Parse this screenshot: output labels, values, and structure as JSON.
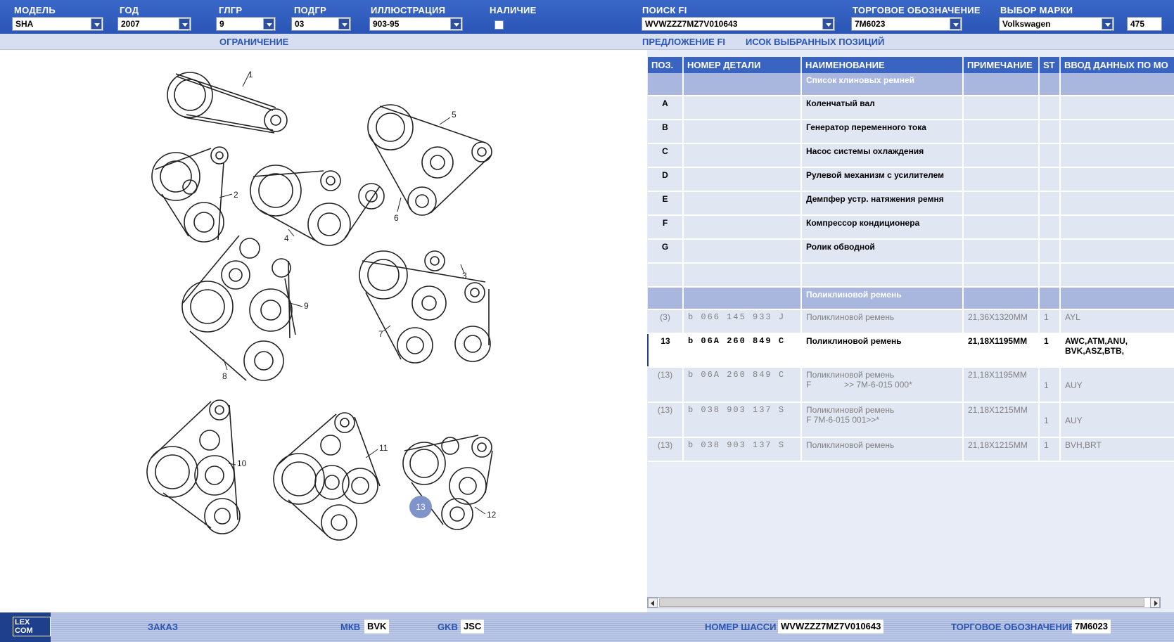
{
  "filters": {
    "model": {
      "label": "МОДЕЛЬ",
      "value": "SHA"
    },
    "year": {
      "label": "ГОД",
      "value": "2007"
    },
    "glgr": {
      "label": "ГЛГР",
      "value": "9"
    },
    "podgr": {
      "label": "ПОДГР",
      "value": "03"
    },
    "illustration": {
      "label": "ИЛЛЮСТРАЦИЯ",
      "value": "903-95"
    },
    "availability": {
      "label": "НАЛИЧИЕ"
    },
    "search_fi": {
      "label": "ПОИСК FI",
      "value": "WVWZZZ7MZ7V010643"
    },
    "trade_designation": {
      "label": "ТОРГОВОЕ ОБОЗНАЧЕНИЕ",
      "value": "7M6023"
    },
    "brand": {
      "label": "ВЫБОР МАРКИ",
      "value": "Volkswagen",
      "extra": "475"
    }
  },
  "subbar": {
    "restriction": "ОГРАНИЧЕНИЕ",
    "fi_offer": "ПРЕДЛОЖЕНИЕ FI",
    "selected_list": "ИСОК ВЫБРАННЫХ ПОЗИЦИЙ"
  },
  "illustration": {
    "callouts": [
      "1",
      "2",
      "3",
      "4",
      "5",
      "6",
      "7",
      "8",
      "9",
      "10",
      "11",
      "12"
    ],
    "badge": "13"
  },
  "table": {
    "headers": {
      "pos": "ПОЗ.",
      "part": "НОМЕР ДЕТАЛИ",
      "name": "НАИМЕНОВАНИЕ",
      "note": "ПРИМЕЧАНИЕ",
      "st": "ST",
      "input": "ВВОД ДАННЫХ ПО МО"
    },
    "group1": "Список клиновых ремней",
    "legend": [
      {
        "pos": "A",
        "name": "Коленчатый вал"
      },
      {
        "pos": "B",
        "name": "Генератор переменного тока"
      },
      {
        "pos": "C",
        "name": "Насос системы охлаждения"
      },
      {
        "pos": "D",
        "name": "Рулевой механизм с усилителем"
      },
      {
        "pos": "E",
        "name": "Демпфер устр. натяжения ремня"
      },
      {
        "pos": "F",
        "name": "Компрессор кондиционера"
      },
      {
        "pos": "G",
        "name": "Ролик обводной"
      }
    ],
    "group2": "Поликлиновой ремень",
    "rows": [
      {
        "pos": "(3)",
        "part": "b 066 145 933 J",
        "name": "Поликлиновой ремень",
        "name2": "",
        "note": "21,36X1320MM",
        "st": "1",
        "input": "AYL",
        "input2": ""
      },
      {
        "pos": "13",
        "part": "b 06A 260 849 C",
        "name": "Поликлиновой ремень",
        "name2": "",
        "note": "21,18X1195MM",
        "st": "1",
        "input": "AWC,ATM,ANU,",
        "input2": "BVK,ASZ,BTB,"
      },
      {
        "pos": "(13)",
        "part": "b 06A 260 849 C",
        "name": "Поликлиновой ремень",
        "name2": "F              >> 7M-6-015 000*",
        "note": "21,18X1195MM",
        "st": "1",
        "input": "AUY",
        "input2": ""
      },
      {
        "pos": "(13)",
        "part": "b 038 903 137 S",
        "name": "Поликлиновой ремень",
        "name2": "F 7M-6-015 001>>*",
        "note": "21,18X1215MM",
        "st": "1",
        "input": "AUY",
        "input2": ""
      },
      {
        "pos": "(13)",
        "part": "b 038 903 137 S",
        "name": "Поликлиновой ремень",
        "name2": "",
        "note": "21,18X1215MM",
        "st": "1",
        "input": "BVH,BRT",
        "input2": ""
      }
    ]
  },
  "bottombar": {
    "logo": "LEX COM",
    "order": "ЗАКАЗ",
    "mkb_label": "МКВ",
    "mkb_value": "BVK",
    "gkb_label": "GKB",
    "gkb_value": "JSC",
    "chassis_label": "НОМЕР ШАССИ",
    "chassis_value": "WVWZZZ7MZ7V010643",
    "trade_label": "ТОРГОВОЕ ОБОЗНАЧЕНИЕ",
    "trade_value": "7M6023"
  },
  "colors": {
    "header_blue": "#2a55b6",
    "group_row": "#a9b7df",
    "badge": "#7f94c8"
  }
}
